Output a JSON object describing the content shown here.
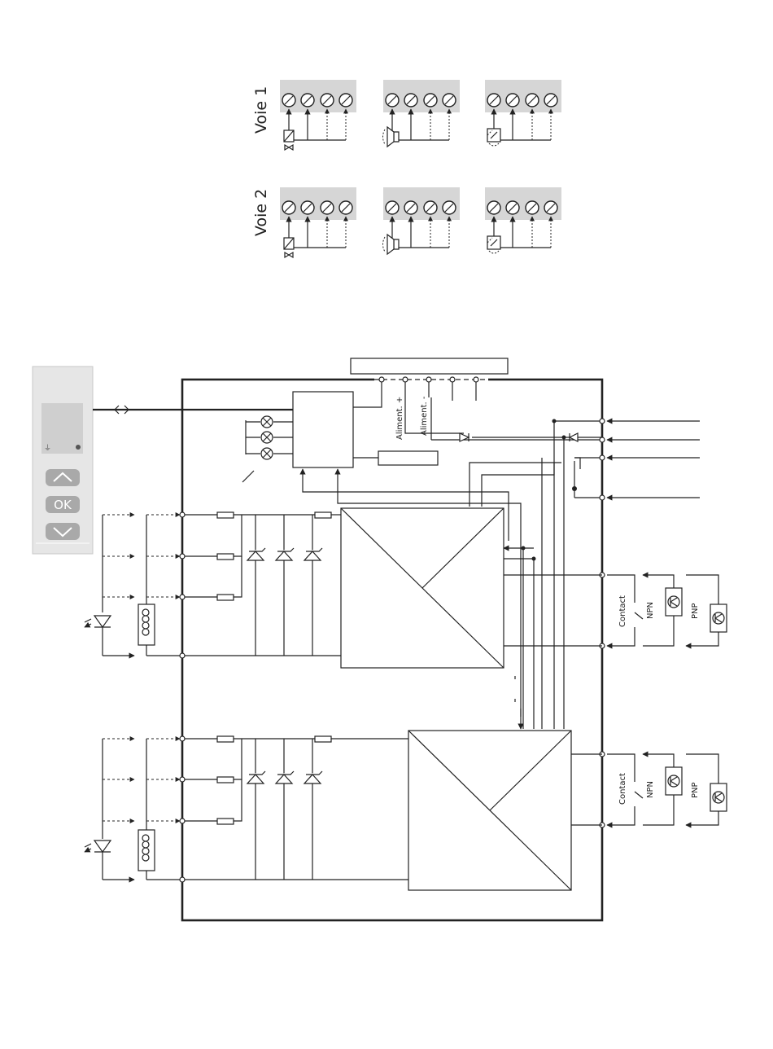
{
  "labels": {
    "voie1": "Voie 1",
    "voie2": "Voie 2",
    "aliment_plus": "Aliment. +",
    "aliment_minus": "Aliment. -",
    "contact": "Contact",
    "npn": "NPN",
    "pnp": "PNP"
  },
  "front_panel": {
    "ok_label": "OK"
  }
}
